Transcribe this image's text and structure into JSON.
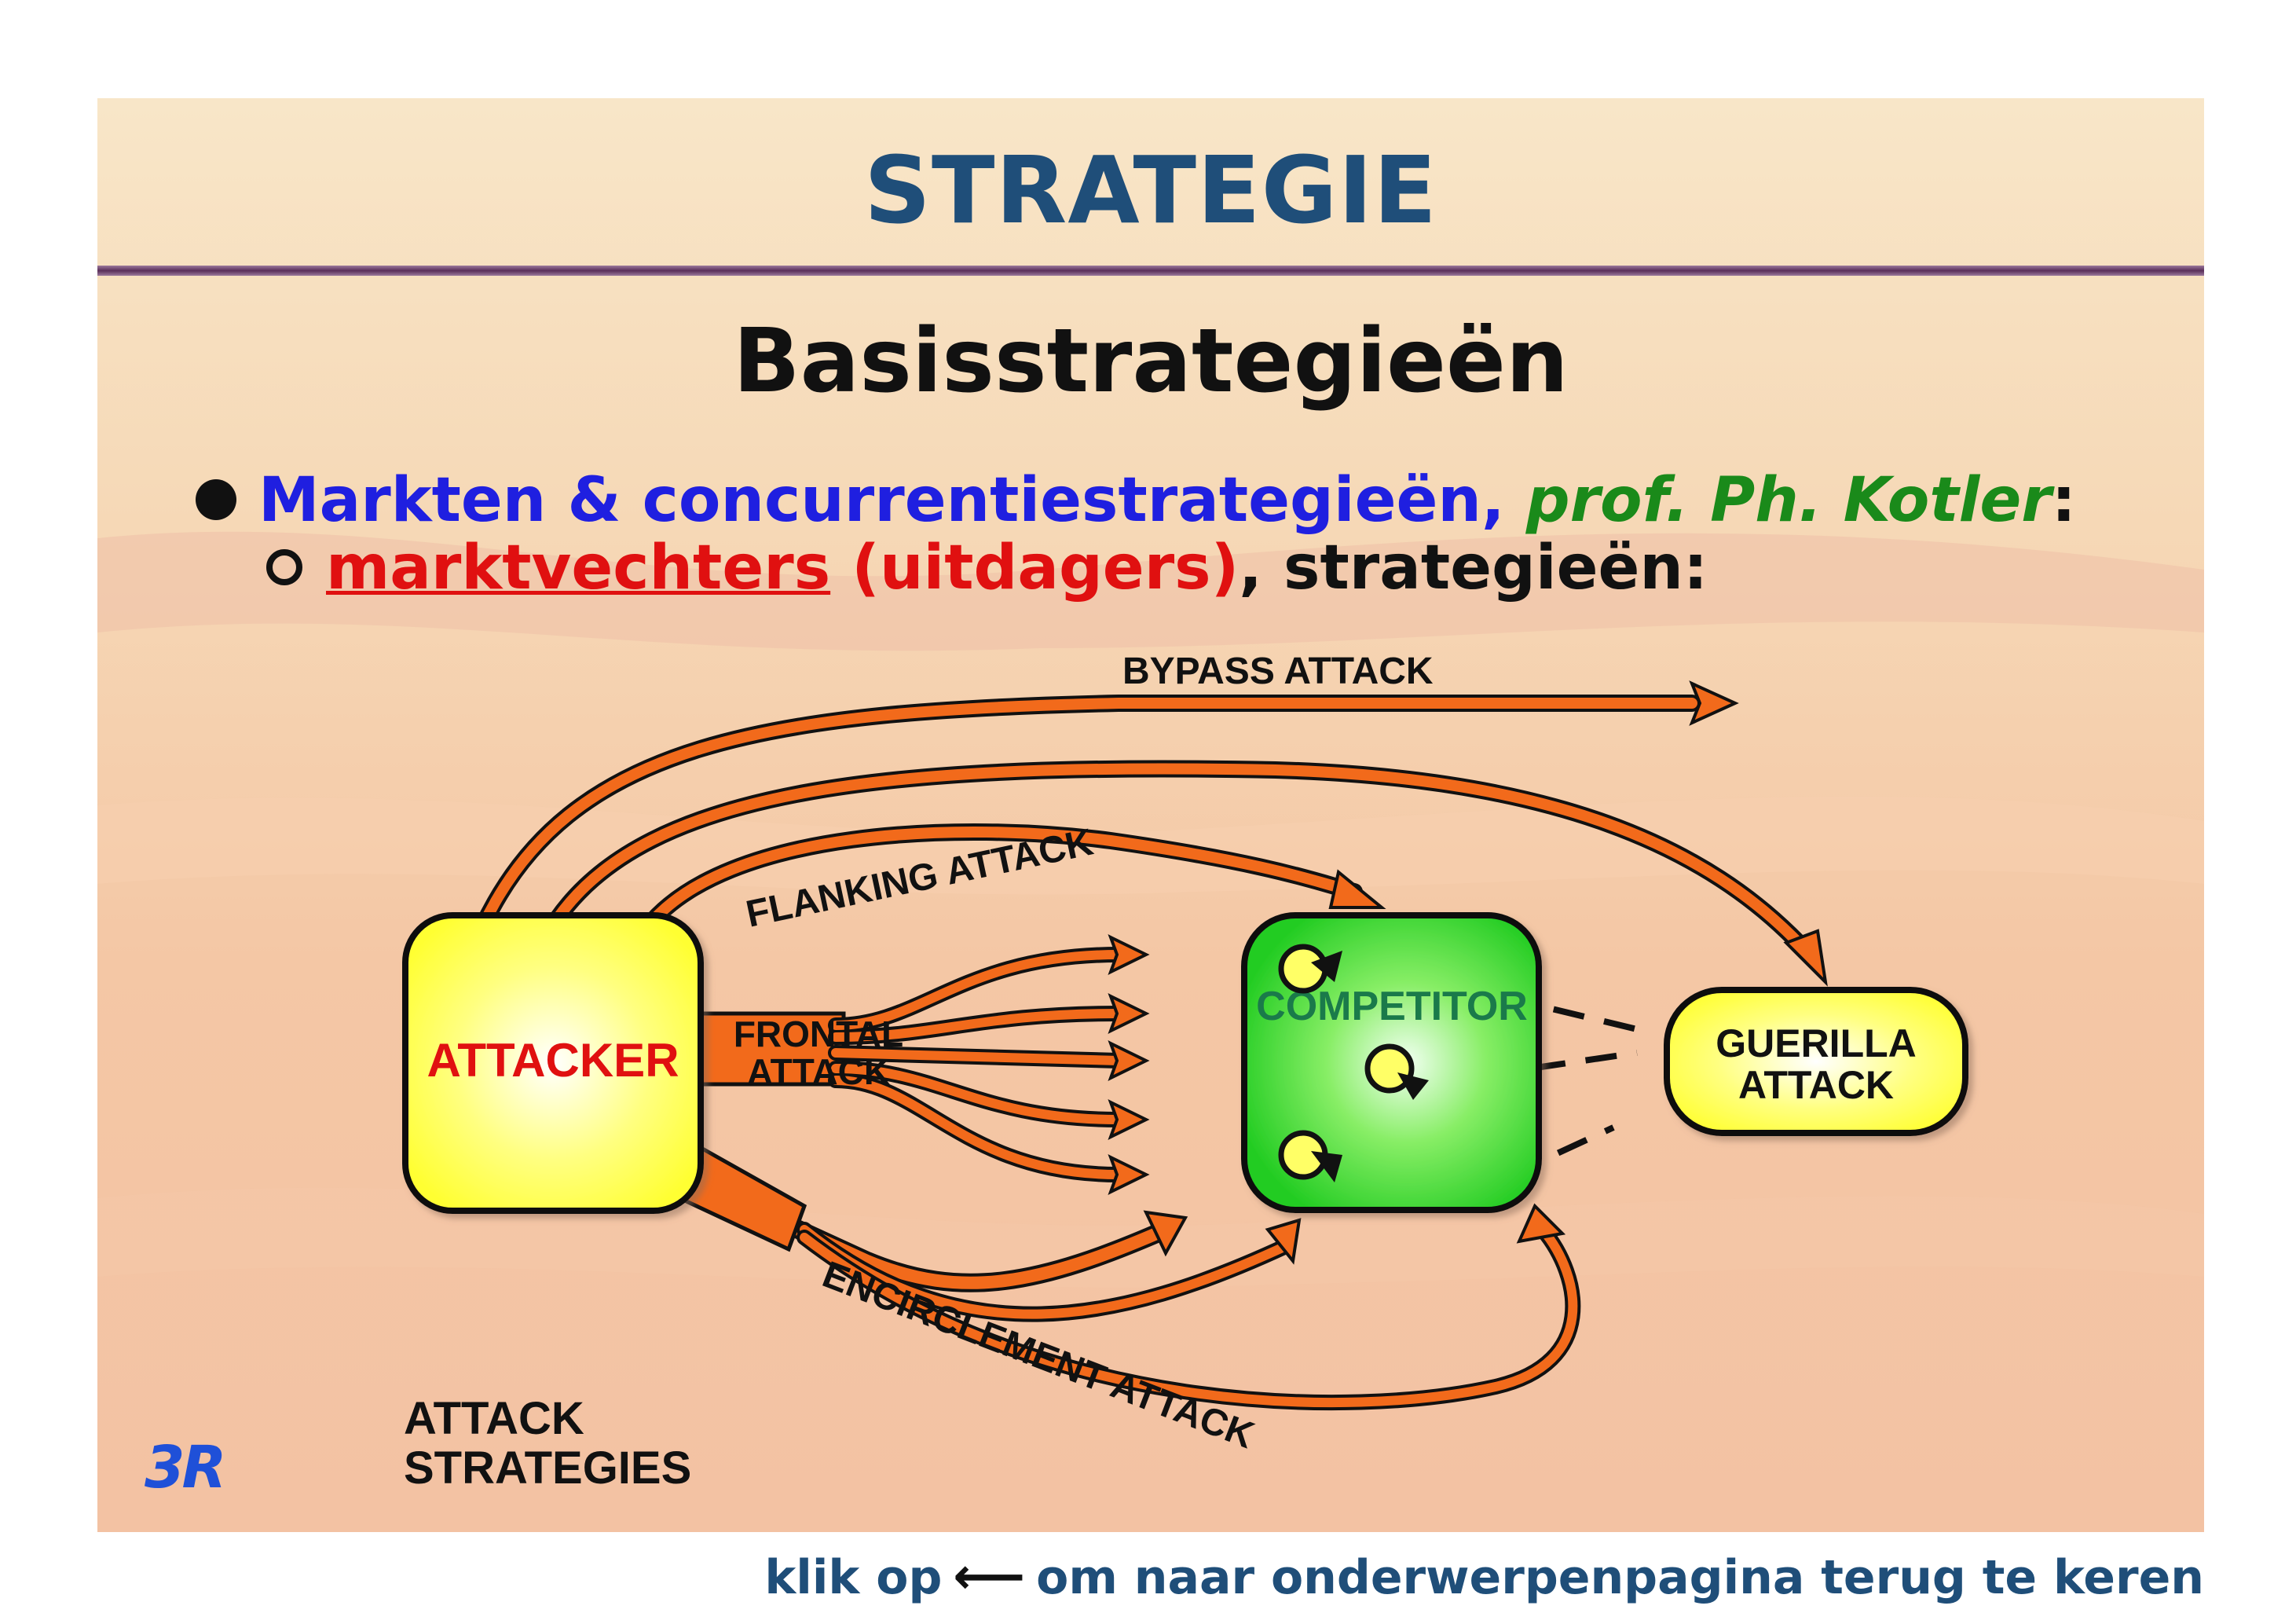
{
  "slide": {
    "title": "STRATEGIE",
    "subtitle": "Basisstrategieën",
    "bullet1": {
      "text_blue": "Markten & concurrentiestrategieën",
      "sep": ", ",
      "text_green": "prof. Ph. Kotler",
      "suffix": ":"
    },
    "bullet2": {
      "text_red_underlined": "marktvechters",
      "text_red": " (uitdagers)",
      "text_dark": ", strategieën:"
    }
  },
  "diagram": {
    "attacker": "ATTACKER",
    "competitor": "COMPETITOR",
    "guerilla": [
      "GUERILLA",
      "ATTACK"
    ],
    "bypass": "BYPASS  ATTACK",
    "flanking": "FLANKING  ATTACK",
    "frontal": [
      "FRONTAL",
      "ATTACK"
    ],
    "encirclement": "ENCIRCLEMENT  ATTACK",
    "caption": [
      "ATTACK",
      "STRATEGIES"
    ]
  },
  "logo": "3R",
  "footer": {
    "before": "klik op",
    "arrow": "⟵",
    "after": "om naar onderwerpenpagina terug te keren"
  },
  "colors": {
    "title": "#1f4e79",
    "arrow": "#f26a1b",
    "attacker_box": "#ffff66",
    "competitor_box": "#33cc33",
    "guerilla_box": "#ffff66"
  }
}
